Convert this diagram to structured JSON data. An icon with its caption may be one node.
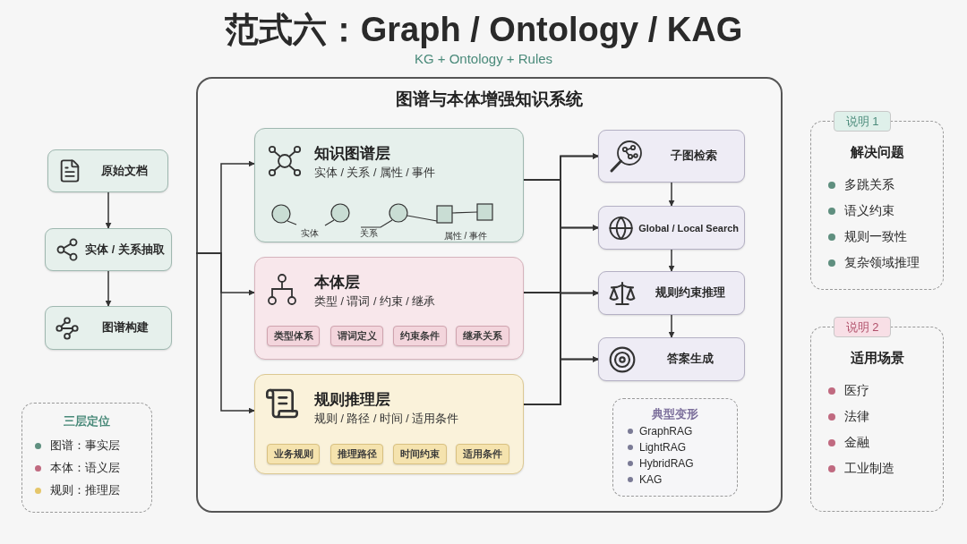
{
  "diagram": {
    "title": "范式六：Graph / Ontology / KAG",
    "caption": "KG + Ontology + Rules",
    "nodes": [
      {
        "text": [
          "原始文档"
        ]
      },
      {
        "text": [
          "实体 / 关系抽取"
        ]
      },
      {
        "text": [
          "图谱构建"
        ]
      },
      {
        "text": [
          "图谱与本体增强知识系统"
        ]
      },
      {
        "text": [
          "知识图谱层",
          "实体 / 关系 / 属性 / 事件"
        ],
        "in": 3
      },
      {
        "text": [
          "本体层",
          "类型 / 谓词 / 约束 / 继承"
        ],
        "in": 3
      },
      {
        "text": [
          "类型体系"
        ],
        "in": 5
      },
      {
        "text": [
          "谓词定义"
        ],
        "in": 5
      },
      {
        "text": [
          "约束条件"
        ],
        "in": 5
      },
      {
        "text": [
          "继承关系"
        ],
        "in": 5
      },
      {
        "text": [
          "规则推理层",
          "规则 / 路径 / 时间 / 适用条件"
        ],
        "in": 3
      },
      {
        "text": [
          "业务规则"
        ],
        "in": 10
      },
      {
        "text": [
          "推理路径"
        ],
        "in": 10
      },
      {
        "text": [
          "时间约束"
        ],
        "in": 10
      },
      {
        "text": [
          "适用条件"
        ],
        "in": 10
      },
      {
        "text": [
          "子图检索"
        ],
        "in": 3
      },
      {
        "text": [
          "Global / Local Search"
        ],
        "in": 3
      },
      {
        "text": [
          "规则约束推理"
        ],
        "in": 3
      },
      {
        "text": [
          "答案生成"
        ],
        "in": 3
      },
      {
        "text": [
          "典型变形",
          "GraphRAG",
          "LightRAG",
          "HybridRAG",
          "KAG"
        ],
        "in": 3
      },
      {
        "text": [
          "三层定位"
        ]
      },
      {
        "text": [
          "说明 1",
          "解决问题",
          "多跳关系",
          "语义约束",
          "规则一致性",
          "复杂领域推理"
        ]
      },
      {
        "text": [
          "说明 2",
          "适用场景",
          "医疗",
          "法律",
          "金融",
          "工业制造"
        ]
      }
    ],
    "edges": [
      {
        "from": 0,
        "to": 1,
        "arrow": "to"
      },
      {
        "from": 1,
        "to": 2,
        "arrow": "to"
      },
      {
        "from": null,
        "to": 4,
        "arrow": "to"
      },
      {
        "from": null,
        "to": 5,
        "arrow": "to"
      },
      {
        "from": null,
        "to": 10,
        "arrow": "to"
      },
      {
        "from": 4,
        "to": 15,
        "arrow": "to"
      },
      {
        "from": 4,
        "to": 16,
        "arrow": "to"
      },
      {
        "from": 4,
        "to": 17,
        "arrow": "to"
      },
      {
        "from": 4,
        "to": 18,
        "arrow": "to"
      },
      {
        "from": 5,
        "to": 15,
        "arrow": "to"
      },
      {
        "from": 5,
        "to": 16,
        "arrow": "to"
      },
      {
        "from": 5,
        "to": 17,
        "arrow": "to"
      },
      {
        "from": 5,
        "to": 18,
        "arrow": "to"
      },
      {
        "from": 10,
        "to": 15,
        "arrow": "to"
      },
      {
        "from": 10,
        "to": 16,
        "arrow": "to"
      },
      {
        "from": 10,
        "to": 17,
        "arrow": "to"
      },
      {
        "from": 10,
        "to": 18,
        "arrow": "to"
      },
      {
        "from": 15,
        "to": 16,
        "arrow": "to"
      },
      {
        "from": 16,
        "to": 17,
        "arrow": "to"
      },
      {
        "from": 17,
        "to": 18,
        "arrow": "to"
      }
    ],
    "labels": [
      "实体",
      "关系",
      "属性 / 事件"
    ],
    "legend": [
      {
        "text": "图谱：事实层",
        "color": "#5f8f7f"
      },
      {
        "text": "本体：语义层",
        "color": "#c06a80"
      },
      {
        "text": "规则：推理层",
        "color": "#e5c66a"
      }
    ]
  }
}
